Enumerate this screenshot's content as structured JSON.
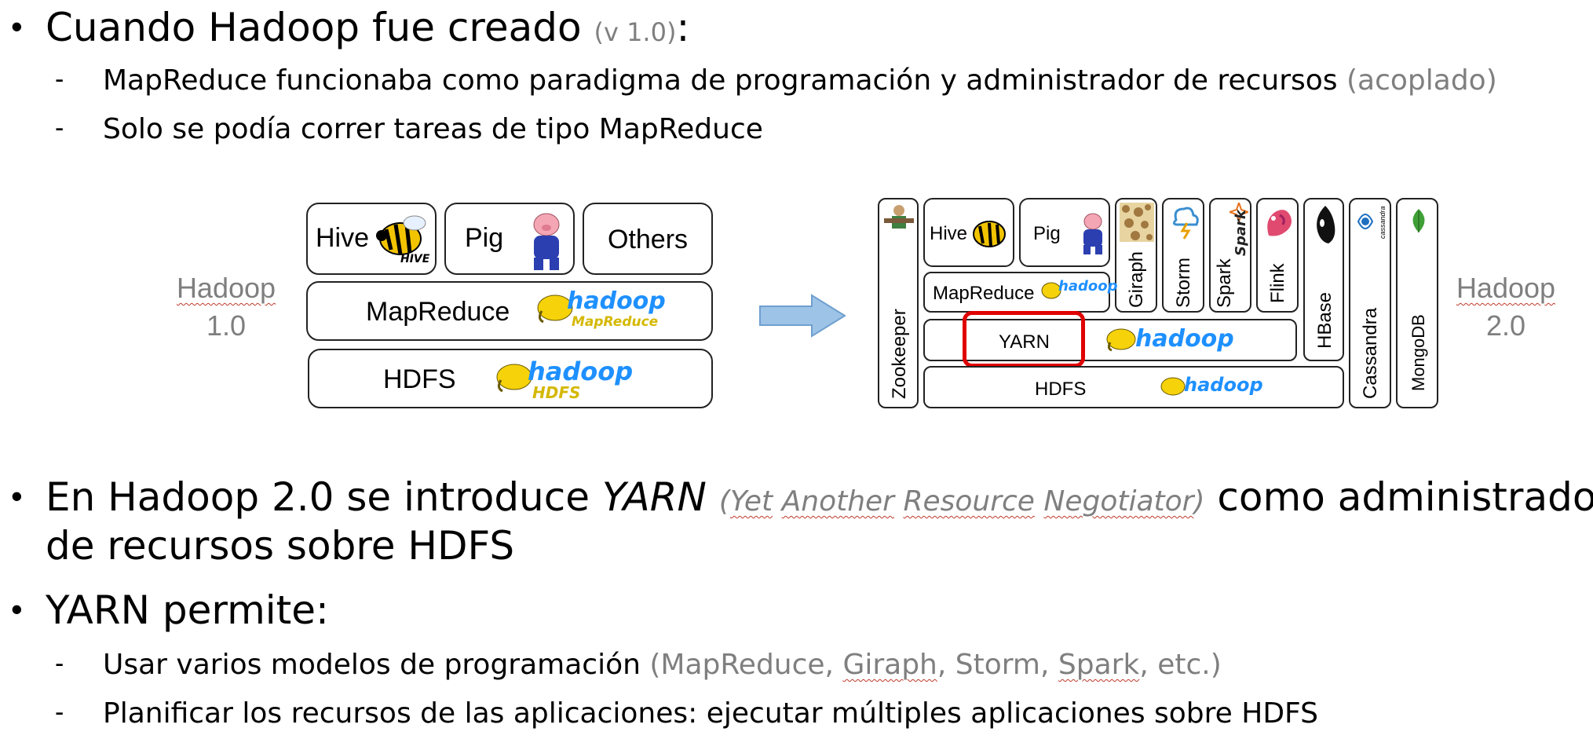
{
  "bullets": {
    "b1": {
      "main": "Cuando Hadoop fue creado ",
      "note": "(v 1.0)",
      "tail": ":"
    },
    "b1_subs": [
      {
        "text": "MapReduce funcionaba como paradigma de programación y administrador de recursos ",
        "note": "(acoplado)"
      },
      {
        "text": "Solo se podía correr tareas de tipo MapReduce"
      }
    ],
    "b2": {
      "pre": "En Hadoop 2.0 se introduce ",
      "em": "YARN",
      "space": " ",
      "open": "(",
      "y": "Yet",
      "a": "Another",
      "r": "Resource",
      "n": "Negotiator",
      "close": ")",
      "post": " como administrador",
      "line2": "de recursos sobre HDFS"
    },
    "b3": {
      "main": "YARN permite:"
    },
    "b3_subs": [
      {
        "text": "Usar varios modelos de programación ",
        "n1": "(MapReduce, ",
        "n2": "Giraph",
        "n3": ", Storm, ",
        "n4": "Spark",
        "n5": ", etc.)"
      },
      {
        "text": "Planificar los recursos de las aplicaciones: ejecutar múltiples aplicaciones sobre HDFS"
      }
    ],
    "dash": "-"
  },
  "diagram_left": {
    "title_top": "Hadoop",
    "title_bottom": "1.0",
    "hive": "Hive",
    "pig": "Pig",
    "others": "Others",
    "mapreduce": "MapReduce",
    "hdfs": "HDFS",
    "logo_hadoop": "hadoop",
    "logo_mr": "MapReduce",
    "logo_hdfs": "HDFS",
    "logo_hive": "HIVE"
  },
  "diagram_right": {
    "title_top": "Hadoop",
    "title_bottom": "2.0",
    "zookeeper": "Zookeeper",
    "hive": "Hive",
    "pig": "Pig",
    "giraph": "Giraph",
    "storm": "Storm",
    "spark": "Spark",
    "flink": "Flink",
    "hbase": "HBase",
    "cassandra": "Cassandra",
    "mongodb": "MongoDB",
    "mapreduce": "MapReduce",
    "yarn": "YARN",
    "hdfs": "HDFS",
    "logo_hadoop": "hadoop",
    "logo_spark": "Spark",
    "logo_cassandra": "cassandra"
  },
  "colors": {
    "highlight": "#e00000",
    "arrow": "#9dc3e6",
    "gray": "#7f7f7f",
    "logo_blue": "#1e90ff",
    "logo_yellow": "#f5d20a"
  }
}
